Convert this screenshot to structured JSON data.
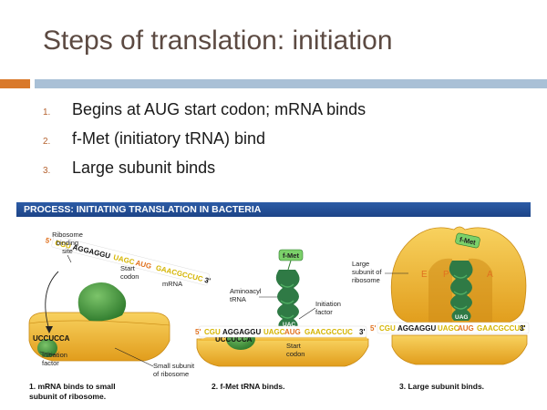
{
  "slide": {
    "title": "Steps of translation: initiation",
    "steps": [
      {
        "number": "1.",
        "text": "Begins at AUG start codon; mRNA binds"
      },
      {
        "number": "2.",
        "text": "f-Met (initiatory tRNA) bind"
      },
      {
        "number": "3.",
        "text": "Large subunit binds"
      }
    ]
  },
  "figure": {
    "header": "PROCESS: INITIATING TRANSLATION IN BACTERIA",
    "panel1": {
      "label_binding_site": [
        "Ribosome",
        "binding",
        "site"
      ],
      "label_start_codon": [
        "Start",
        "codon"
      ],
      "label_mrna": "mRNA",
      "prime5": "5'",
      "prime3": "3'",
      "seq": [
        "CGU",
        "AGGAGGU",
        "UAGC",
        "AUG",
        "GAACGCCUC"
      ],
      "rrna_seq": "UCCUCCA",
      "label_initiation_factor": [
        "Initiation",
        "factor"
      ],
      "label_small_subunit": [
        "Small subunit",
        "of ribosome"
      ],
      "caption": [
        "1. mRNA binds to small",
        "subunit of ribosome."
      ]
    },
    "panel2": {
      "fmet": "f-Met",
      "label_aminoacyl": [
        "Aminoacyl",
        "tRNA"
      ],
      "label_initiation_factor": [
        "Initiation",
        "factor"
      ],
      "anticodon": "UAC",
      "prime5": "5'",
      "prime3": "3'",
      "seq": [
        "CGU",
        "AGGAGGU",
        "UAGC",
        "AUG",
        "GAACGCCUC"
      ],
      "rrna_seq": "UCCUCCA",
      "label_start_codon": [
        "Start",
        "codon"
      ],
      "caption": "2. f-Met tRNA binds."
    },
    "panel3": {
      "fmet": "f-Met",
      "label_large_subunit": [
        "Large",
        "subunit of",
        "ribosome"
      ],
      "site_e": "E",
      "site_p": "P",
      "site_a": "A",
      "anticodon": "UAG",
      "prime5": "5'",
      "prime3": "3'",
      "seq": [
        "CGU",
        "AGGAGGU",
        "UAGC",
        "AUG",
        "GAACGCCUC"
      ],
      "caption": "3. Large subunit binds."
    },
    "colors": {
      "subunit": "#e9a825",
      "subunit_light": "#f6cf5b",
      "factor": "#3f8f3a",
      "trna": "#2f7a45",
      "orange_seq": "#e0711f",
      "yellow_seq": "#d4b400",
      "header_bg": "#2d5ca6"
    }
  }
}
